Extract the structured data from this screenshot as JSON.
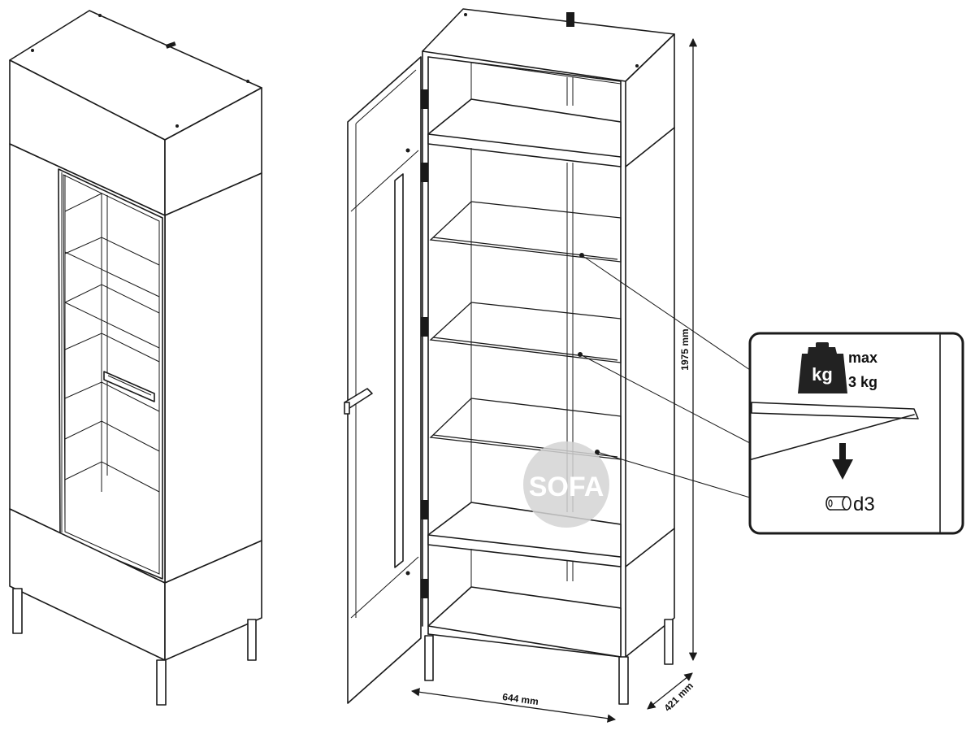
{
  "dimensions": {
    "height": "1975 mm",
    "width": "644 mm",
    "depth": "421 mm"
  },
  "callout": {
    "kg_label": "kg",
    "max_label": "max",
    "load_label": "3 kg",
    "pin_label": "d3"
  },
  "watermark": {
    "brand": "SOFA"
  },
  "colors": {
    "line": "#1a1a1a",
    "watermark": "#cfcfcf",
    "weight_icon": "#222222"
  }
}
